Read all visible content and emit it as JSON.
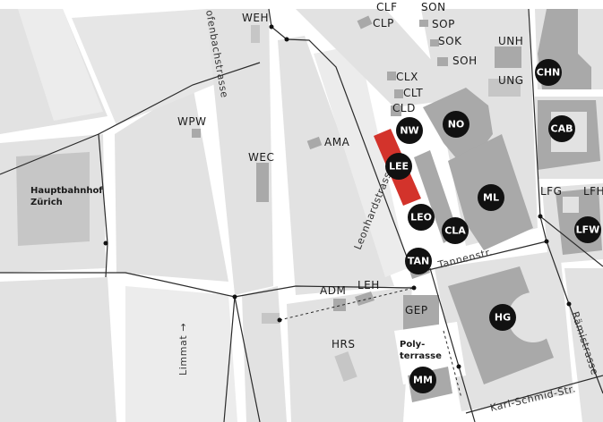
{
  "colors": {
    "background": "#ffffff",
    "block": "#e2e2e2",
    "block_light": "#ececec",
    "building": "#c6c6c6",
    "building_dark": "#a9a9a9",
    "highlight": "#d3332b",
    "badge": "#111111",
    "route": "#2a2a2a"
  },
  "streets": {
    "offenbachstrasse": "ofenbachstrasse",
    "leonhardstrasse": "Leonhardstrasse",
    "tannenstr": "Tannenstr.",
    "ramistrasse": "Rämistrasse",
    "karl_schmid": "Karl-Schmid-Str.",
    "limmat": "Limmat →"
  },
  "places": {
    "hauptbahnhof": "Hauptbahnhof",
    "zurich": "Zürich",
    "polyterrasse_1": "Poly-",
    "polyterrasse_2": "terrasse"
  },
  "labels": {
    "weh": "WEH",
    "clp": "CLP",
    "son": "SON",
    "sop": "SOP",
    "sok": "SOK",
    "soh": "SOH",
    "unh": "UNH",
    "ung": "UNG",
    "clx": "CLX",
    "clt": "CLT",
    "cld": "CLD",
    "wpw": "WPW",
    "ama": "AMA",
    "wec": "WEC",
    "lfg": "LFG",
    "lfh": "LFH",
    "adm": "ADM",
    "leh": "LEH",
    "gep": "GEP",
    "hrs": "HRS",
    "clf": "CLF"
  },
  "badges": {
    "chn": "CHN",
    "nw": "NW",
    "no": "NO",
    "cab": "CAB",
    "lee": "LEE",
    "ml": "ML",
    "leo": "LEO",
    "cla": "CLA",
    "lfw": "LFW",
    "tan": "TAN",
    "hg": "HG",
    "mm": "MM"
  },
  "highlighted_building": "LEE"
}
